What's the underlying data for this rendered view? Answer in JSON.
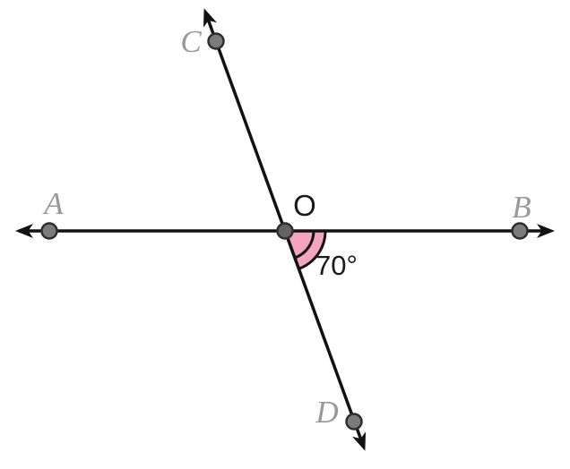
{
  "diagram": {
    "points": {
      "A": {
        "label": "A"
      },
      "B": {
        "label": "B"
      },
      "C": {
        "label": "C"
      },
      "D": {
        "label": "D"
      },
      "O": {
        "label": "O"
      }
    },
    "angle": {
      "label": "70°"
    },
    "colors": {
      "line": "#121212",
      "point_fill": "#7b7b7b",
      "point_fill_center": "#636363",
      "point_stroke": "#2e2e2e",
      "gray_label": "#999999",
      "dark_label": "#1a1a1a",
      "angle_fill": "#f3a4bf",
      "background": "#ffffff"
    }
  }
}
